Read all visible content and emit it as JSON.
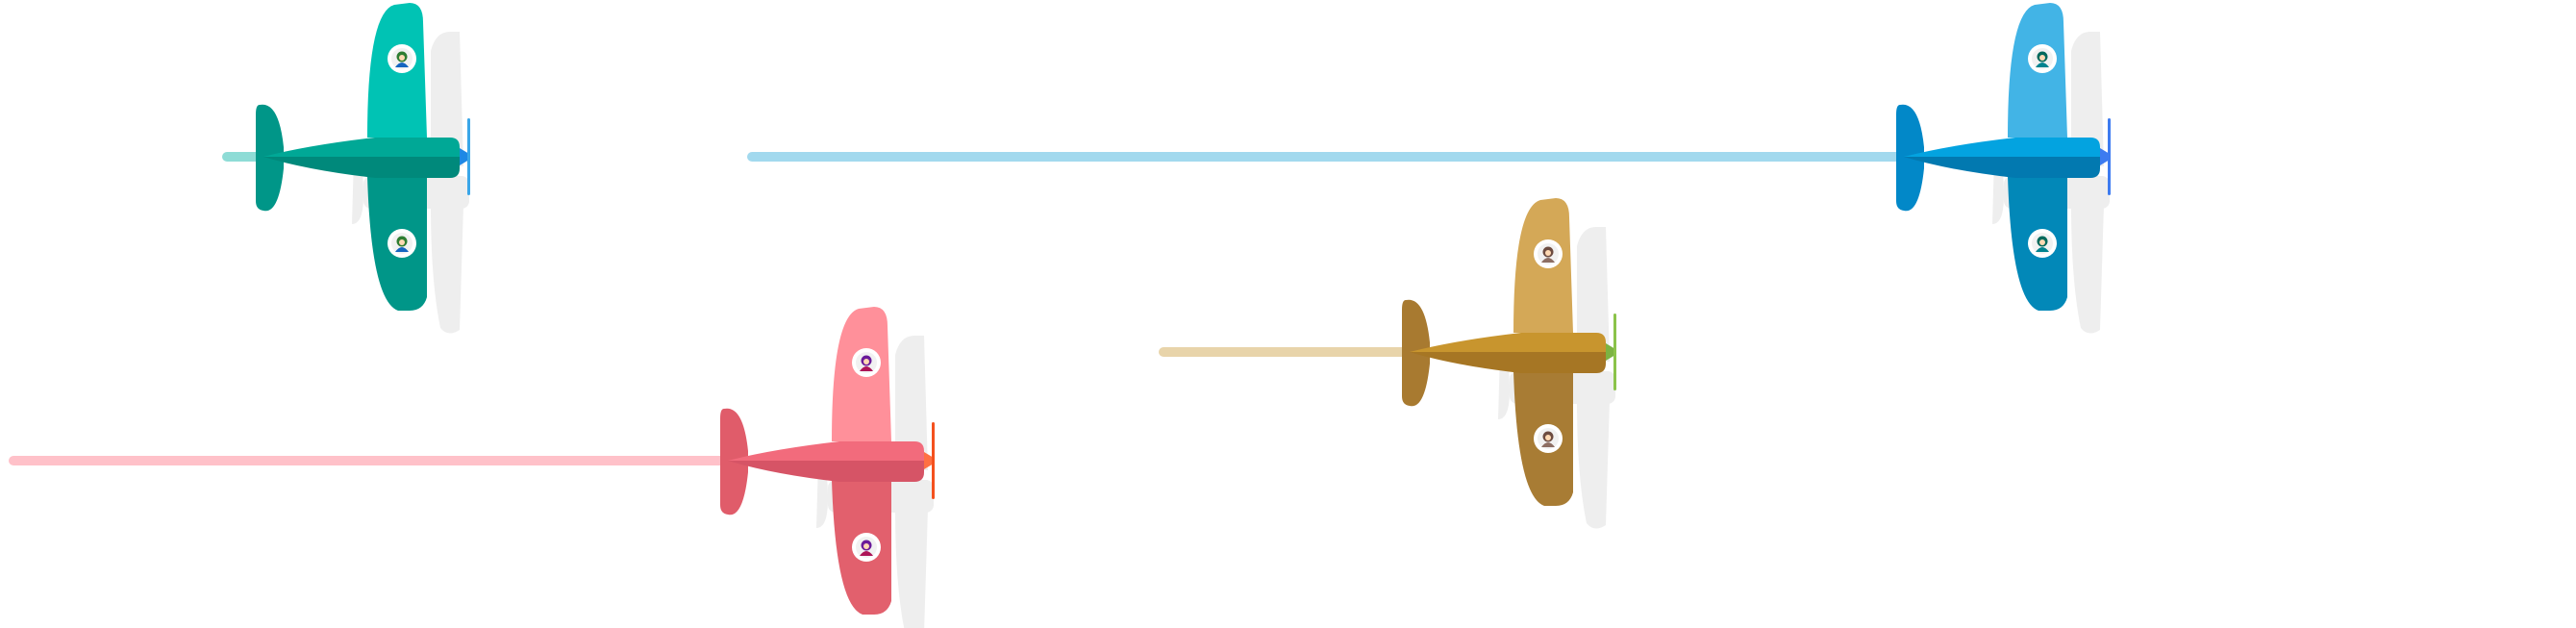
{
  "scene": {
    "background": "#ffffff",
    "shadow_color": "#cfcfcf",
    "pilot_icon": "pilot-avatar-icon",
    "planes": [
      {
        "id": "teal",
        "icon": "propeller-plane-icon",
        "wing_light": "#00c3b4",
        "wing_dark": "#009688",
        "fuselage": "#00a896",
        "fuselage_dark": "#00897b",
        "tail": "#009688",
        "propeller": "#3aa6e8",
        "spinner": "#1e88e5",
        "trail": "#8edcd6",
        "pilot_top": "#2e7d32",
        "pilot_bottom": "#1565c0"
      },
      {
        "id": "blue",
        "icon": "propeller-plane-icon",
        "wing_light": "#42b4e6",
        "wing_dark": "#0288b8",
        "fuselage": "#03a3e0",
        "fuselage_dark": "#0279b0",
        "tail": "#0288c8",
        "propeller": "#3d7bf0",
        "spinner": "#3d7bf0",
        "trail": "#a2d9ee",
        "pilot_top": "#00695c",
        "pilot_bottom": "#00838f"
      },
      {
        "id": "gold",
        "icon": "propeller-plane-icon",
        "wing_light": "#d4a857",
        "wing_dark": "#a87c34",
        "fuselage": "#c8952e",
        "fuselage_dark": "#a67624",
        "tail": "#a87a30",
        "propeller": "#8bc34a",
        "spinner": "#7cb342",
        "trail": "#e8d4aa",
        "pilot_top": "#6d4c41",
        "pilot_bottom": "#8d6e63"
      },
      {
        "id": "pink",
        "icon": "propeller-plane-icon",
        "wing_light": "#ff909a",
        "wing_dark": "#e2606d",
        "fuselage": "#f26b7c",
        "fuselage_dark": "#d65466",
        "tail": "#e05c6a",
        "propeller": "#f4511e",
        "spinner": "#ff7043",
        "trail": "#ffc1c9",
        "pilot_top": "#6a1b9a",
        "pilot_bottom": "#ad1457"
      }
    ]
  }
}
